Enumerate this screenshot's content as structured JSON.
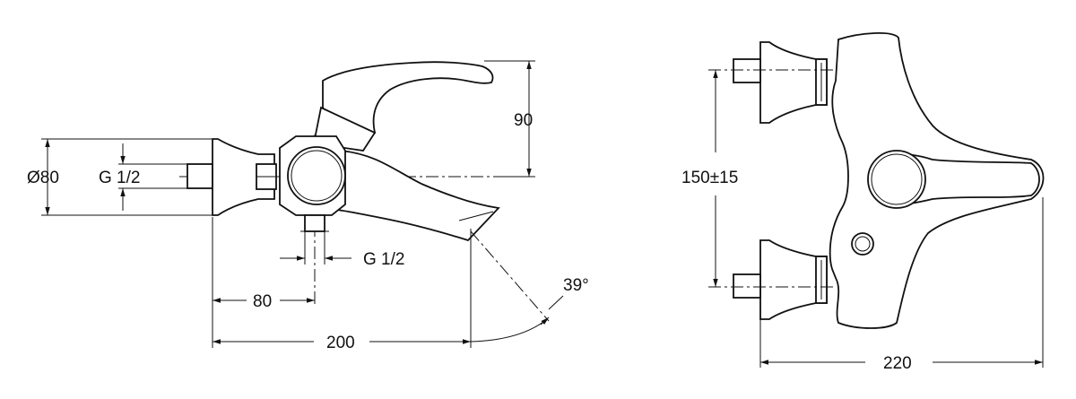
{
  "side_view": {
    "dim_diameter": "Ø80",
    "dim_inlet_thread": "G 1/2",
    "dim_height": "90",
    "dim_outlet_thread": "G 1/2",
    "dim_inlet_to_axis": "80",
    "dim_total_length": "200",
    "dim_spout_angle": "39°"
  },
  "front_view": {
    "dim_center_distance": "150±15",
    "dim_width": "220"
  },
  "colors": {
    "line": "#111111",
    "background": "#ffffff"
  }
}
